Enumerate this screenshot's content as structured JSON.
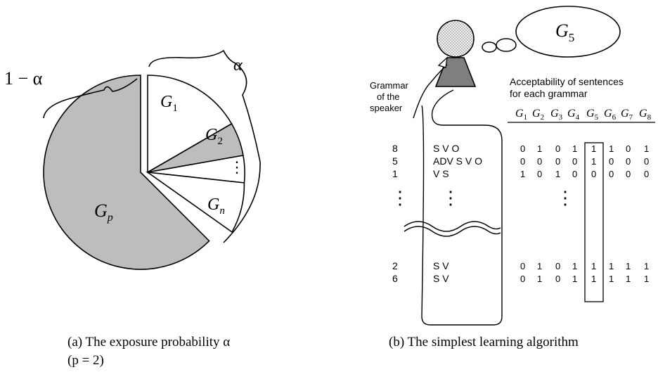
{
  "left_figure": {
    "label_one_minus_alpha": "1 − α",
    "label_alpha": "α",
    "sectors": [
      {
        "main": "G",
        "sub": "1",
        "shaded": false
      },
      {
        "main": "G",
        "sub": "2",
        "shaded": true
      },
      {
        "main": "⋮",
        "sub": "",
        "shaded": false
      },
      {
        "main": "G",
        "sub": "n",
        "shaded": false
      }
    ],
    "big_sector": {
      "main": "G",
      "sub": "p",
      "shaded": true
    },
    "caption_line1": "(a)  The  exposure  probability  α",
    "caption_line2": "(p = 2)"
  },
  "right_figure": {
    "thought_label_main": "G",
    "thought_label_sub": "5",
    "speaker_label": [
      "Grammar",
      "of the",
      "speaker"
    ],
    "acceptability_label": [
      "Acceptability of sentences",
      "for each grammar"
    ],
    "grammar_headers": [
      {
        "main": "G",
        "sub": "1"
      },
      {
        "main": "G",
        "sub": "2"
      },
      {
        "main": "G",
        "sub": "3"
      },
      {
        "main": "G",
        "sub": "4"
      },
      {
        "main": "G",
        "sub": "5"
      },
      {
        "main": "G",
        "sub": "6"
      },
      {
        "main": "G",
        "sub": "7"
      },
      {
        "main": "G",
        "sub": "8"
      }
    ],
    "rows_top": [
      {
        "num": "8",
        "sentence": "S V O",
        "values": [
          "0",
          "1",
          "0",
          "1",
          "1",
          "1",
          "0",
          "1"
        ]
      },
      {
        "num": "5",
        "sentence": "ADV S V O",
        "values": [
          "0",
          "0",
          "0",
          "0",
          "1",
          "0",
          "0",
          "0"
        ]
      },
      {
        "num": "1",
        "sentence": "V S",
        "values": [
          "1",
          "0",
          "1",
          "0",
          "0",
          "0",
          "0",
          "0"
        ]
      }
    ],
    "rows_bottom": [
      {
        "num": "2",
        "sentence": "S V",
        "values": [
          "0",
          "1",
          "0",
          "1",
          "1",
          "1",
          "1",
          "1"
        ]
      },
      {
        "num": "6",
        "sentence": "S V",
        "values": [
          "0",
          "1",
          "0",
          "1",
          "1",
          "1",
          "1",
          "1"
        ]
      }
    ],
    "vdots": "⋮",
    "caption": "(b) The simplest learning algorithm"
  }
}
